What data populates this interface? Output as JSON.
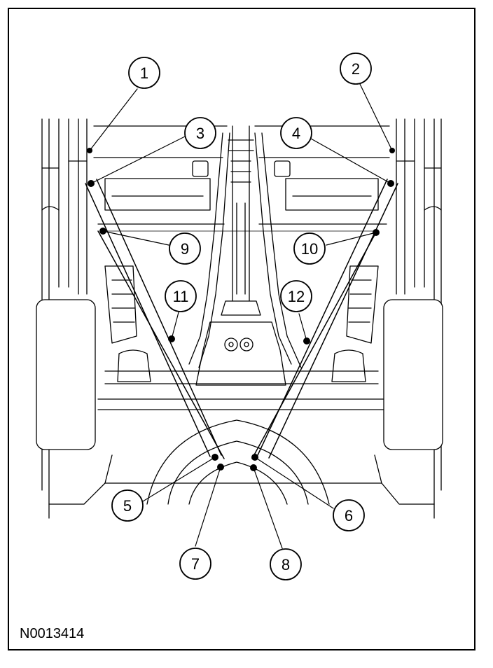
{
  "figure": {
    "reference_code": "N0013414",
    "line_color": "#000000",
    "background_color": "#ffffff"
  },
  "callouts": [
    "1",
    "2",
    "3",
    "4",
    "5",
    "6",
    "7",
    "8",
    "9",
    "10",
    "11",
    "12"
  ]
}
